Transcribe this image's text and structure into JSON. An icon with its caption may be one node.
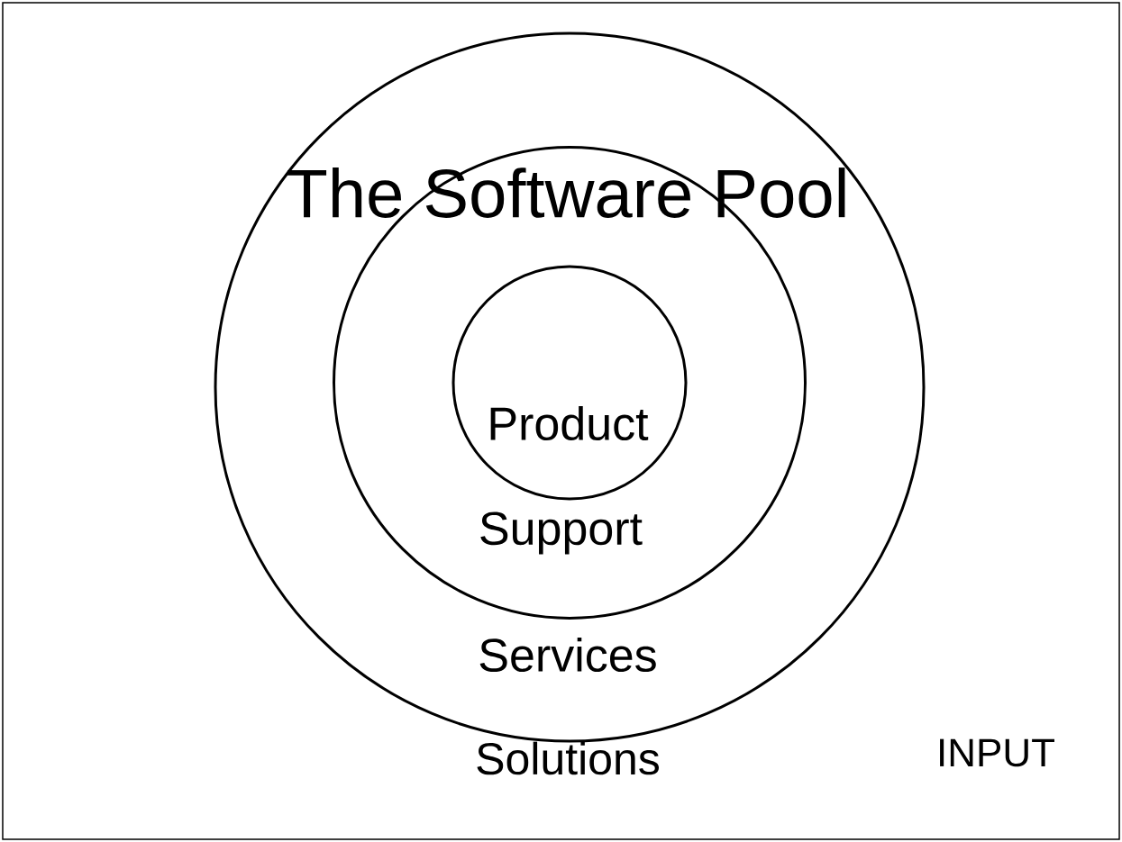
{
  "diagram": {
    "title": "The Software Pool",
    "nodes": [
      {
        "text": [
          "Services"
        ]
      },
      {
        "text": [
          "Support"
        ],
        "in": 0
      },
      {
        "text": [
          "Product"
        ],
        "in": 1
      }
    ],
    "labels": [
      "Solutions",
      "INPUT"
    ]
  }
}
